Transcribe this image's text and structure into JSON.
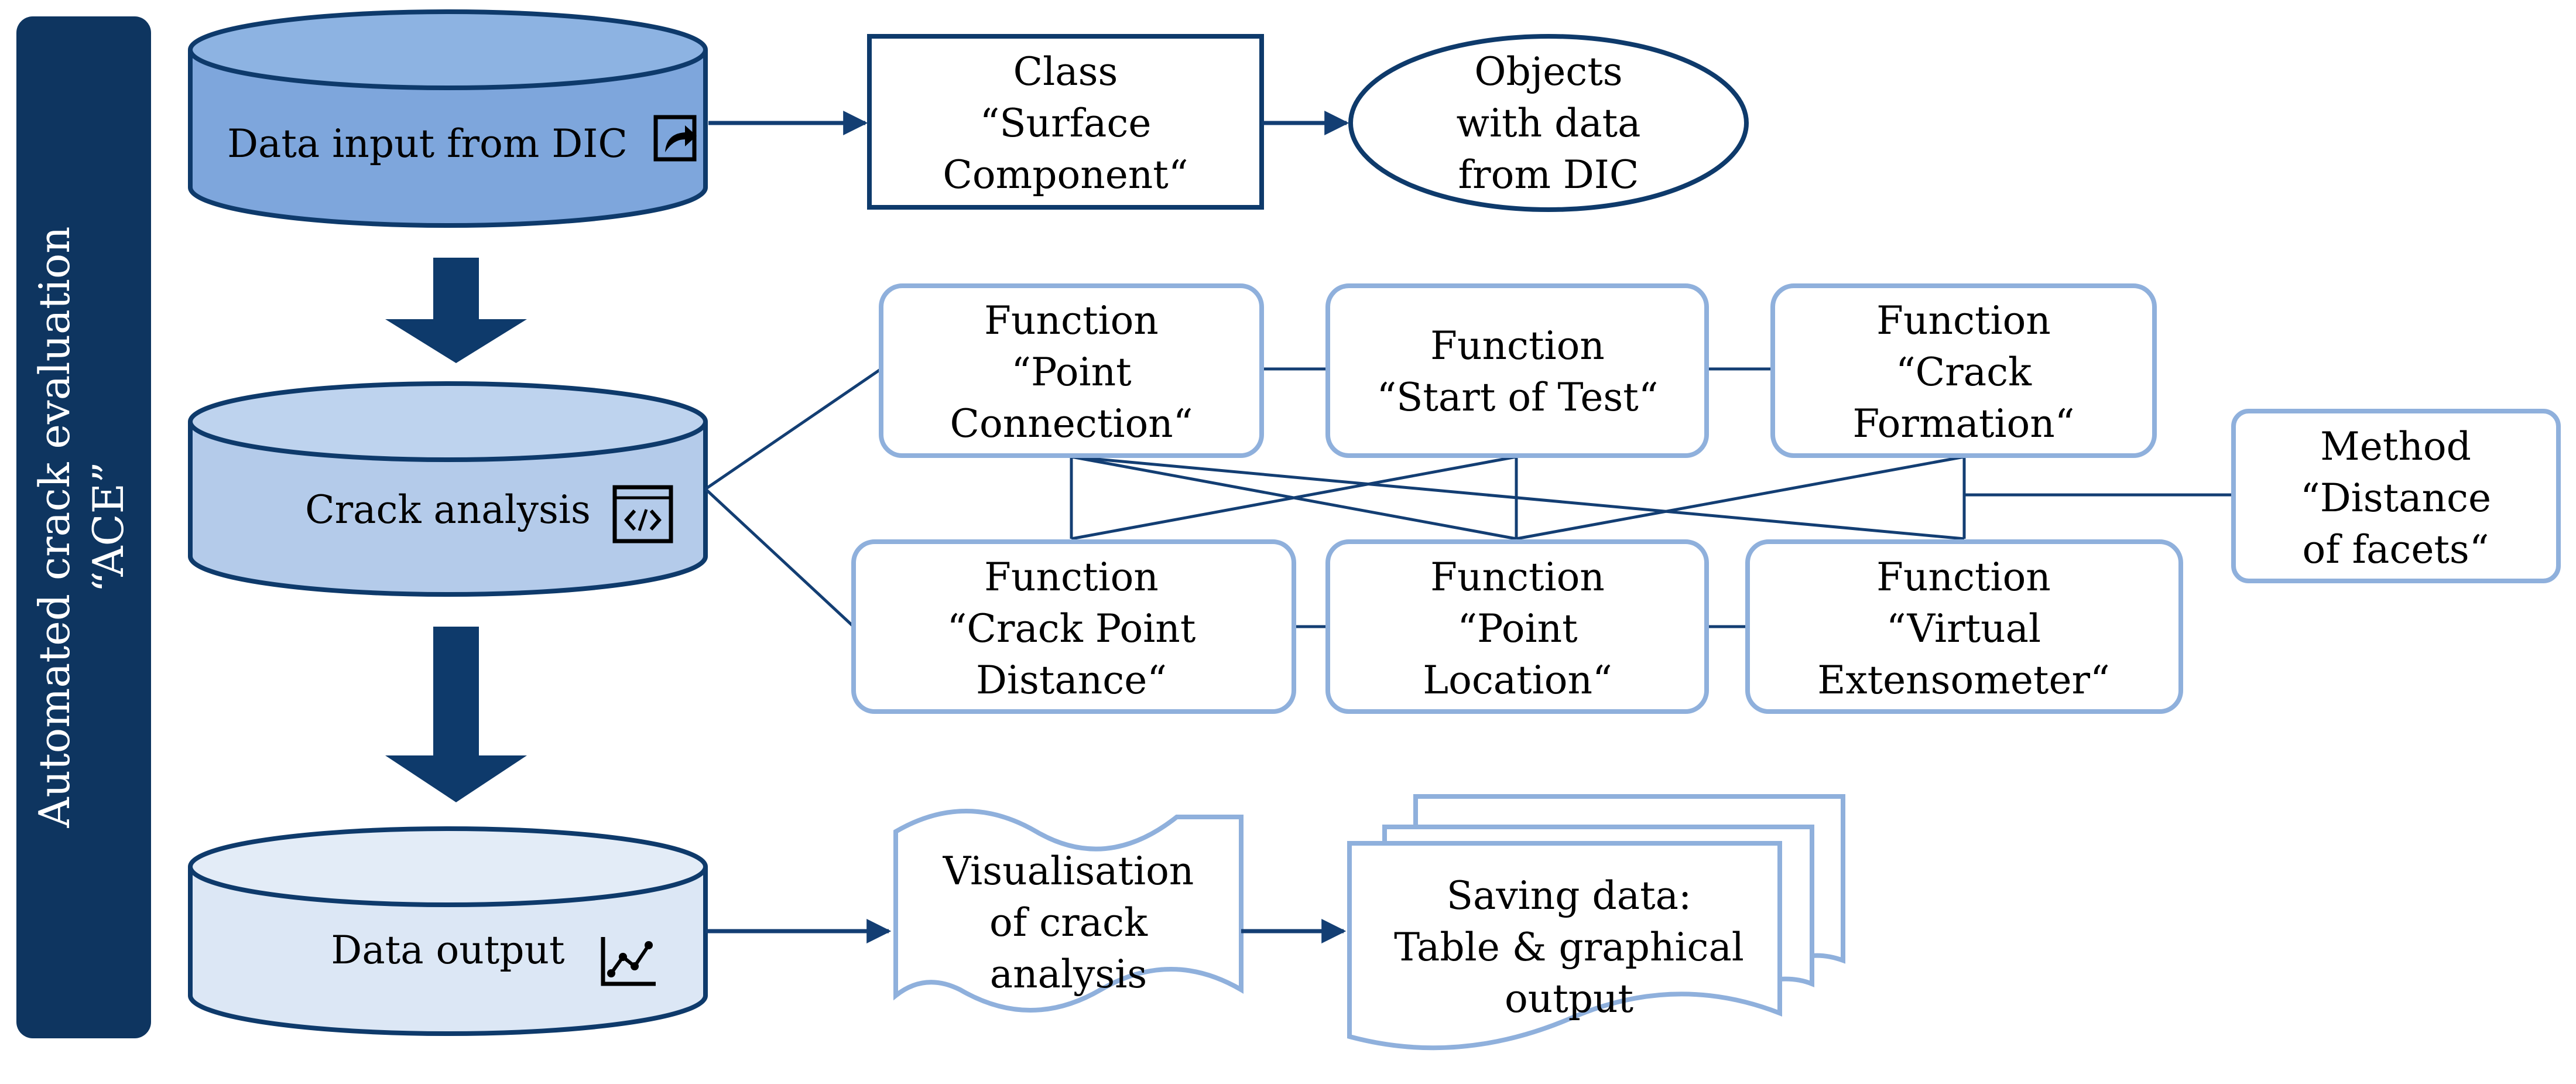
{
  "side_label": {
    "line1": "Automated crack evaluation",
    "line2": "“ACE”"
  },
  "databases": [
    {
      "id": "input",
      "label": "Data input from DIC",
      "icon": "share-arrow-icon",
      "fill": "#7EA6DC",
      "top": "#8DB3E2"
    },
    {
      "id": "analysis",
      "label": "Crack analysis",
      "icon": "code-window-icon",
      "fill": "#B4CBEA",
      "top": "#BED3EE"
    },
    {
      "id": "output",
      "label": "Data output",
      "icon": "line-chart-icon",
      "fill": "#DCE7F5",
      "top": "#E3ECF7"
    }
  ],
  "class_box": {
    "lines": [
      "Class",
      "“Surface",
      "Component“"
    ]
  },
  "objects_ellipse": {
    "lines": [
      "Objects",
      "with data",
      "from DIC"
    ]
  },
  "functions": [
    {
      "id": "point-connection",
      "lines": [
        "Function",
        "“Point",
        "Connection“"
      ]
    },
    {
      "id": "start-of-test",
      "lines": [
        "Function",
        "“Start of Test“"
      ]
    },
    {
      "id": "crack-formation",
      "lines": [
        "Function",
        "“Crack",
        "Formation“"
      ]
    },
    {
      "id": "crack-point-distance",
      "lines": [
        "Function",
        "“Crack Point",
        "Distance“"
      ]
    },
    {
      "id": "point-location",
      "lines": [
        "Function",
        "“Point",
        "Location“"
      ]
    },
    {
      "id": "virtual-extensometer",
      "lines": [
        "Function",
        "“Virtual",
        "Extensometer“"
      ]
    }
  ],
  "method_box": {
    "lines": [
      "Method",
      "“Distance",
      "of facets“"
    ]
  },
  "visualisation": {
    "lines": [
      "Visualisation",
      "of crack",
      "analysis"
    ]
  },
  "saving": {
    "lines": [
      "Saving data:",
      "Table & graphical",
      "output"
    ]
  },
  "colors": {
    "dark_navy": "#0E3A6B",
    "line_blue": "#133E73",
    "light_border": "#8FB0DC",
    "side_bar": "#0E3560"
  }
}
